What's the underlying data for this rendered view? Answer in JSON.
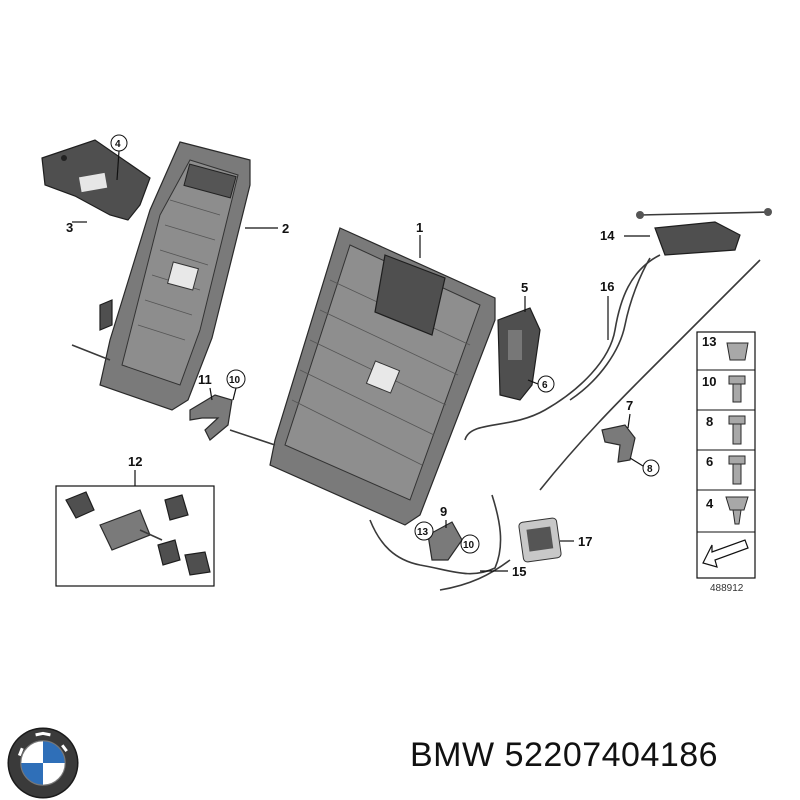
{
  "diagram": {
    "callouts": [
      "1",
      "2",
      "3",
      "4",
      "5",
      "6",
      "7",
      "8",
      "9",
      "10",
      "11",
      "12",
      "13",
      "14",
      "15",
      "16",
      "17"
    ],
    "circled_callouts": [
      "4",
      "6",
      "8",
      "10",
      "13"
    ],
    "parts_legend": {
      "items": [
        "13",
        "10",
        "8",
        "6",
        "4"
      ]
    },
    "reference_number": "488912"
  },
  "footer": {
    "brand": "BMW",
    "part_number": "52207404186",
    "logo_icon": "bmw-roundel-icon"
  }
}
